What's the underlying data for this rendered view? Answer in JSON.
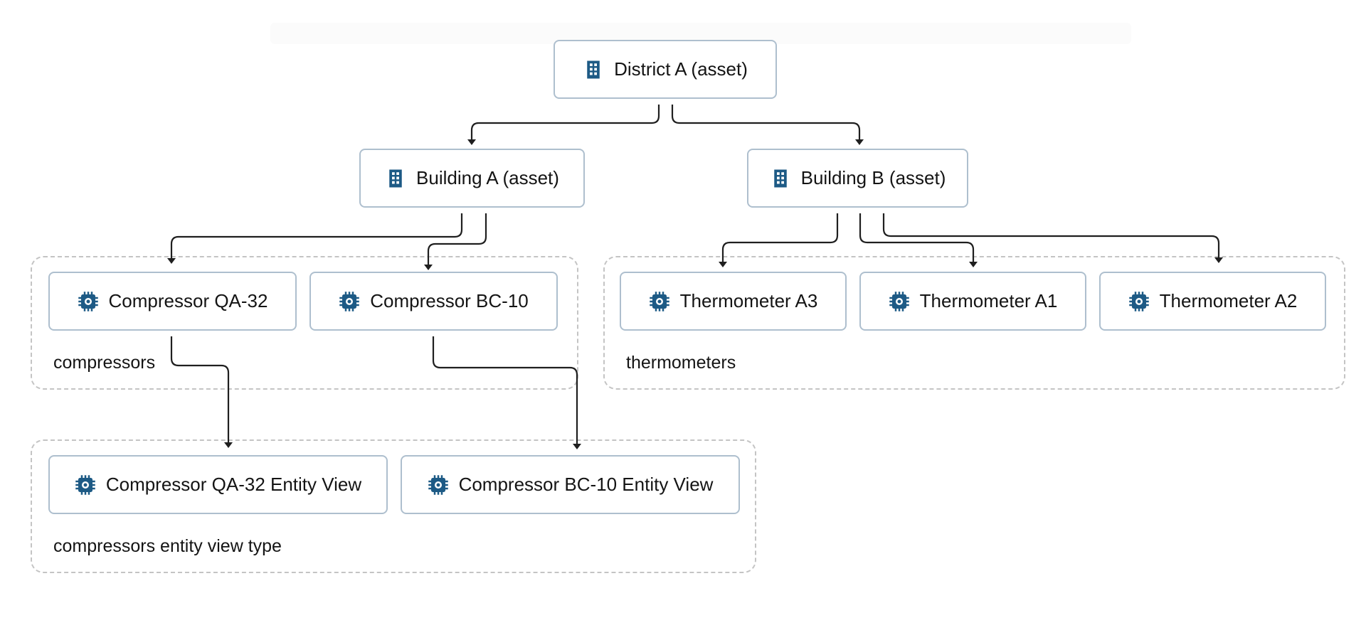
{
  "colors": {
    "icon": "#1d5a85",
    "node_border": "#aebfce",
    "group_border": "#c4c4c4",
    "edge": "#1f1f1f"
  },
  "groups": {
    "compressors": {
      "label": "compressors"
    },
    "thermometers": {
      "label": "thermometers"
    },
    "entity_views": {
      "label": "compressors entity view type"
    }
  },
  "nodes": {
    "district_a": {
      "label": "District A (asset)",
      "icon": "building-icon"
    },
    "building_a": {
      "label": "Building A (asset)",
      "icon": "building-icon"
    },
    "building_b": {
      "label": "Building B (asset)",
      "icon": "building-icon"
    },
    "compressor_qa32": {
      "label": "Compressor QA-32",
      "icon": "chip-icon"
    },
    "compressor_bc10": {
      "label": "Compressor BC-10",
      "icon": "chip-icon"
    },
    "thermometer_a3": {
      "label": "Thermometer A3",
      "icon": "chip-icon"
    },
    "thermometer_a1": {
      "label": "Thermometer A1",
      "icon": "chip-icon"
    },
    "thermometer_a2": {
      "label": "Thermometer A2",
      "icon": "chip-icon"
    },
    "compressor_qa32_view": {
      "label": "Compressor QA-32 Entity View",
      "icon": "chip-icon"
    },
    "compressor_bc10_view": {
      "label": "Compressor BC-10 Entity View",
      "icon": "chip-icon"
    }
  },
  "edges": [
    {
      "from": "district_a",
      "to": "building_a"
    },
    {
      "from": "district_a",
      "to": "building_b"
    },
    {
      "from": "building_a",
      "to": "compressor_qa32"
    },
    {
      "from": "building_a",
      "to": "compressor_bc10"
    },
    {
      "from": "building_b",
      "to": "thermometer_a3"
    },
    {
      "from": "building_b",
      "to": "thermometer_a1"
    },
    {
      "from": "building_b",
      "to": "thermometer_a2"
    },
    {
      "from": "compressor_qa32",
      "to": "compressor_qa32_view"
    },
    {
      "from": "compressor_bc10",
      "to": "compressor_bc10_view"
    }
  ]
}
